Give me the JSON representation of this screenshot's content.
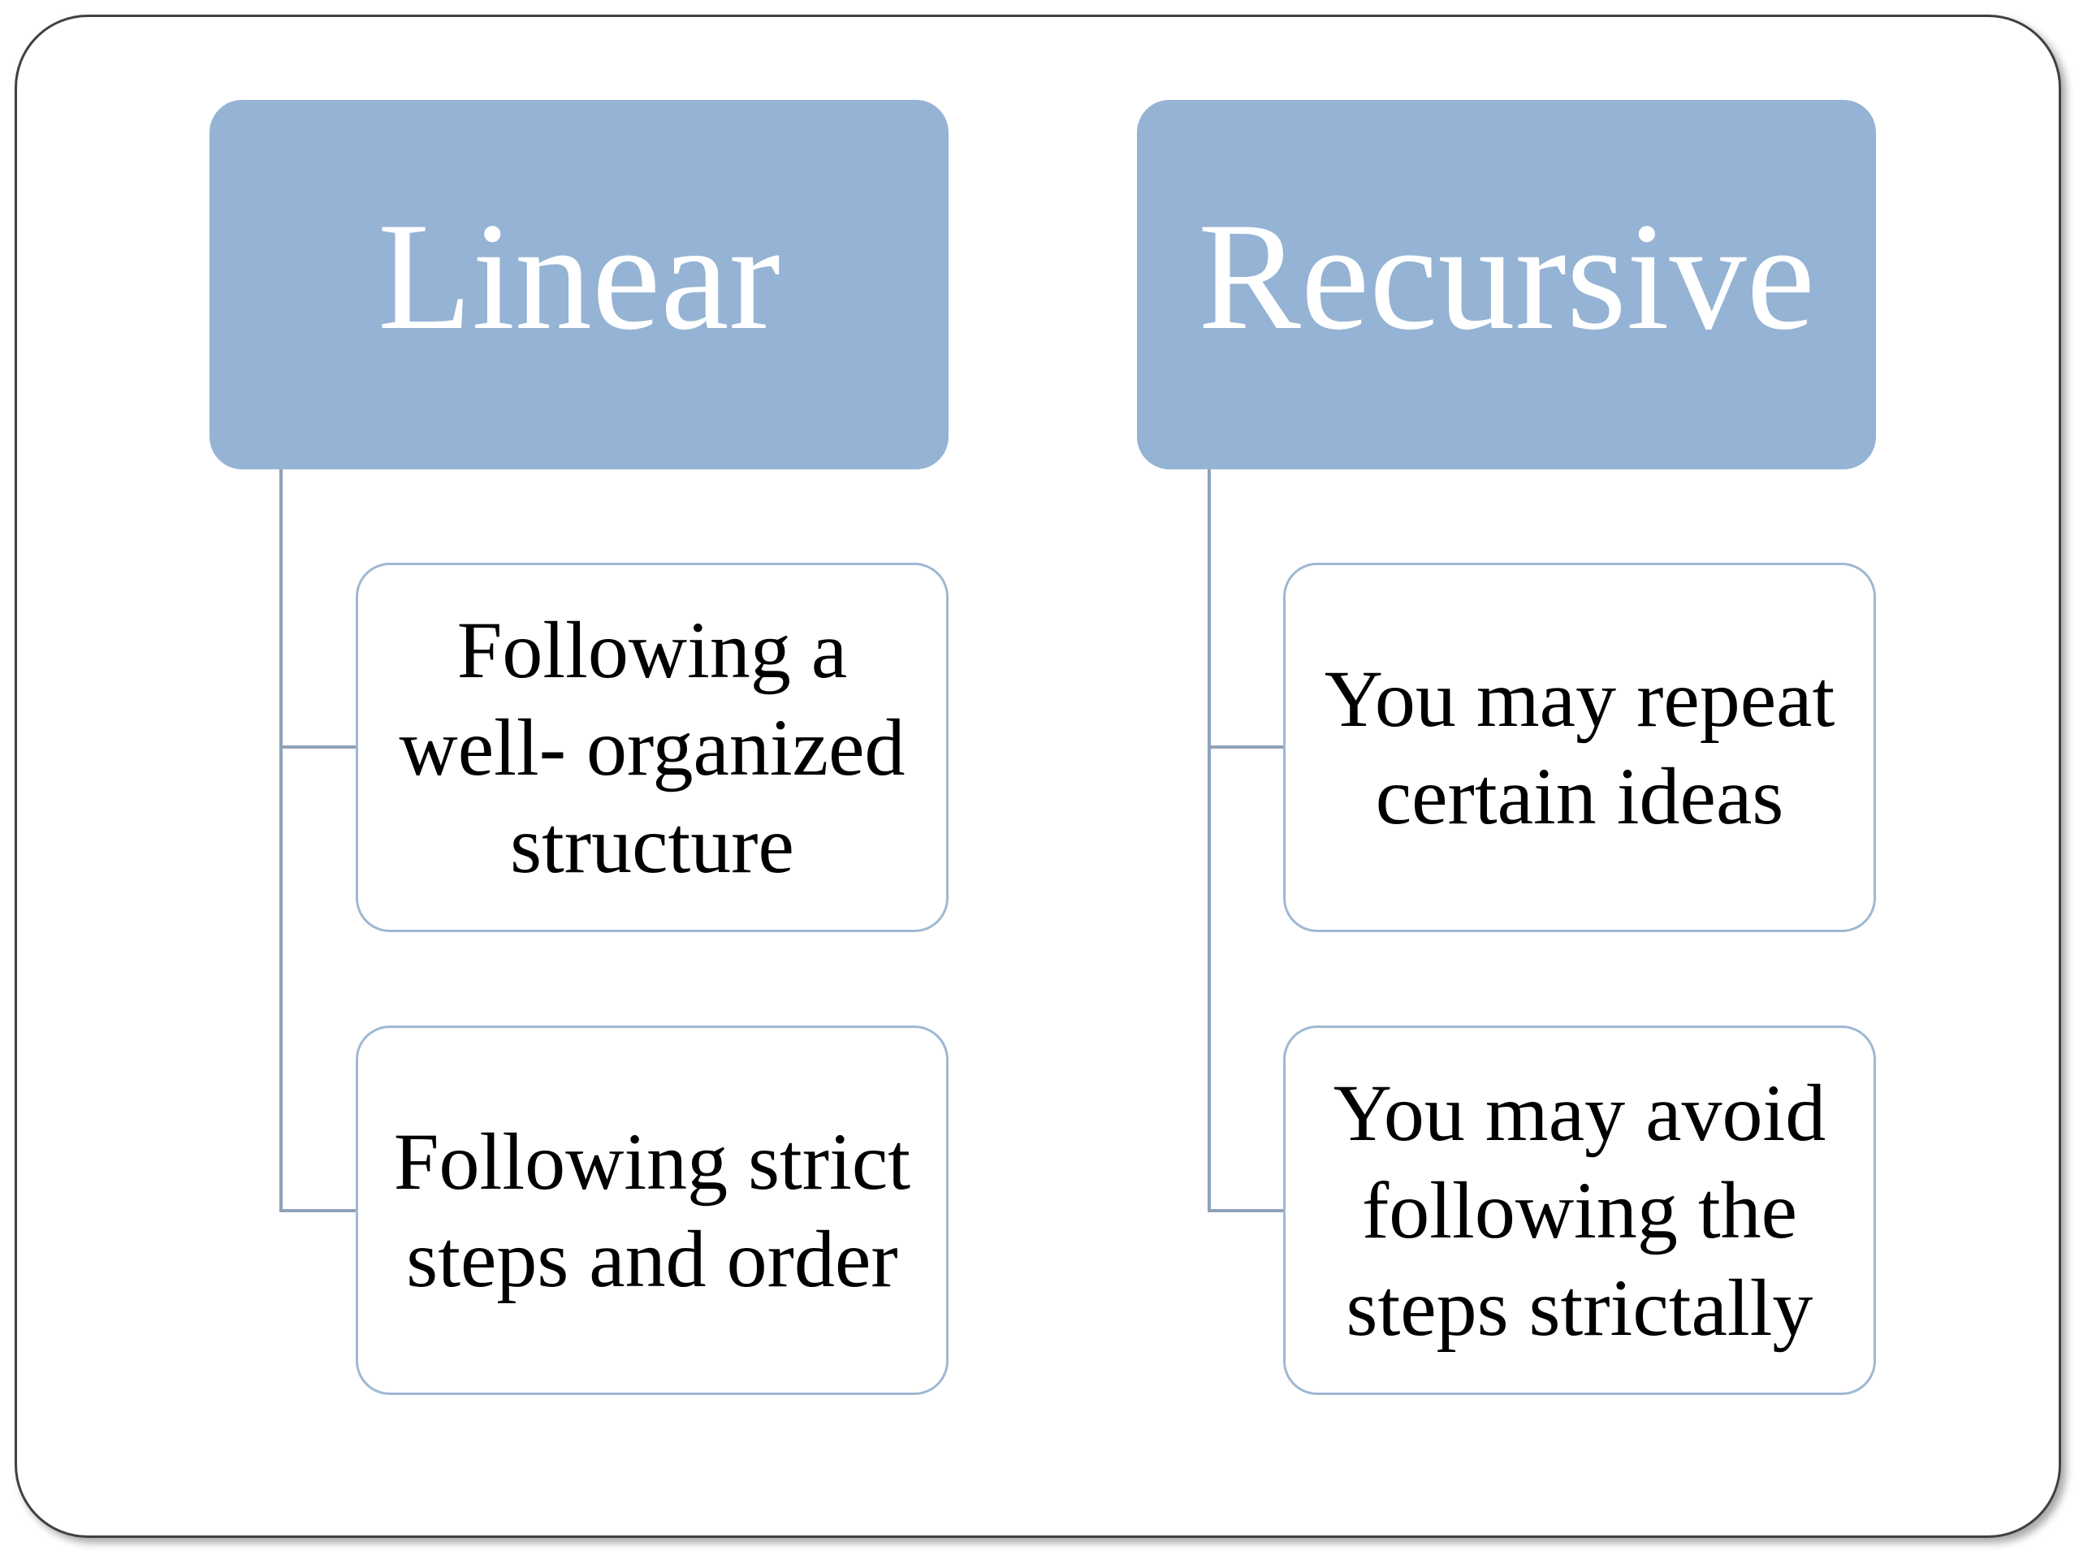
{
  "columns": [
    {
      "title": "Linear",
      "items": [
        [
          "Following a",
          "well- organized",
          "structure"
        ],
        [
          "Following strict",
          "steps and order"
        ]
      ]
    },
    {
      "title": "Recursive",
      "items": [
        [
          "You may repeat",
          "certain ideas"
        ],
        [
          "You may avoid",
          "following the",
          "steps strictally"
        ]
      ]
    }
  ],
  "colors": {
    "header_fill": "#95b3d4",
    "child_border": "#9fb8d2",
    "connector": "#8ea3b8"
  }
}
